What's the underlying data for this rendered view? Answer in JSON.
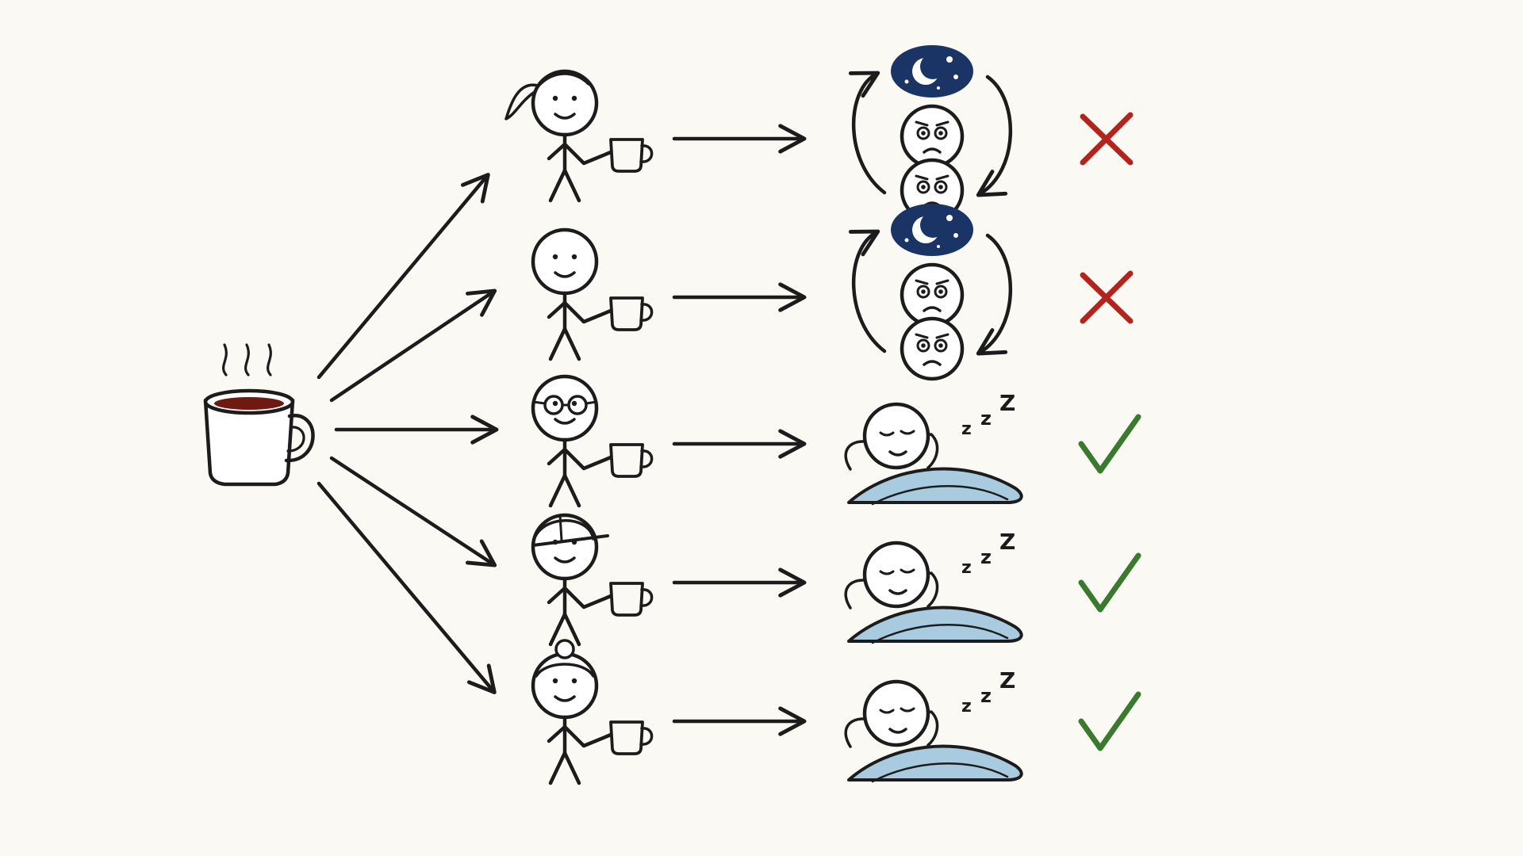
{
  "colors": {
    "background": "#fbf9f3",
    "ink": "#1c1c1c",
    "coffee": "#6e1a12",
    "night": "#1b3466",
    "blanket": "#a9cbe0",
    "cross": "#b3241d",
    "check": "#3a7a2e"
  },
  "source": {
    "icon": "coffee-mug-icon",
    "steam": true
  },
  "people": [
    {
      "id": "ponytail",
      "head": "ponytail",
      "cup": "mug-icon",
      "outcome": "sleepless",
      "verdict": "cross",
      "sleep_text": ""
    },
    {
      "id": "plain",
      "head": "plain",
      "cup": "mug-icon",
      "outcome": "sleepless",
      "verdict": "cross",
      "sleep_text": ""
    },
    {
      "id": "glasses",
      "head": "glasses",
      "cup": "mug-icon",
      "outcome": "sleeping",
      "verdict": "check",
      "sleep_text": "z z Z"
    },
    {
      "id": "cap",
      "head": "cap",
      "cup": "mug-icon",
      "outcome": "sleeping",
      "verdict": "check",
      "sleep_text": "z z Z"
    },
    {
      "id": "bun",
      "head": "bun",
      "cup": "mug-icon",
      "outcome": "sleeping",
      "verdict": "check",
      "sleep_text": "z z Z"
    }
  ]
}
